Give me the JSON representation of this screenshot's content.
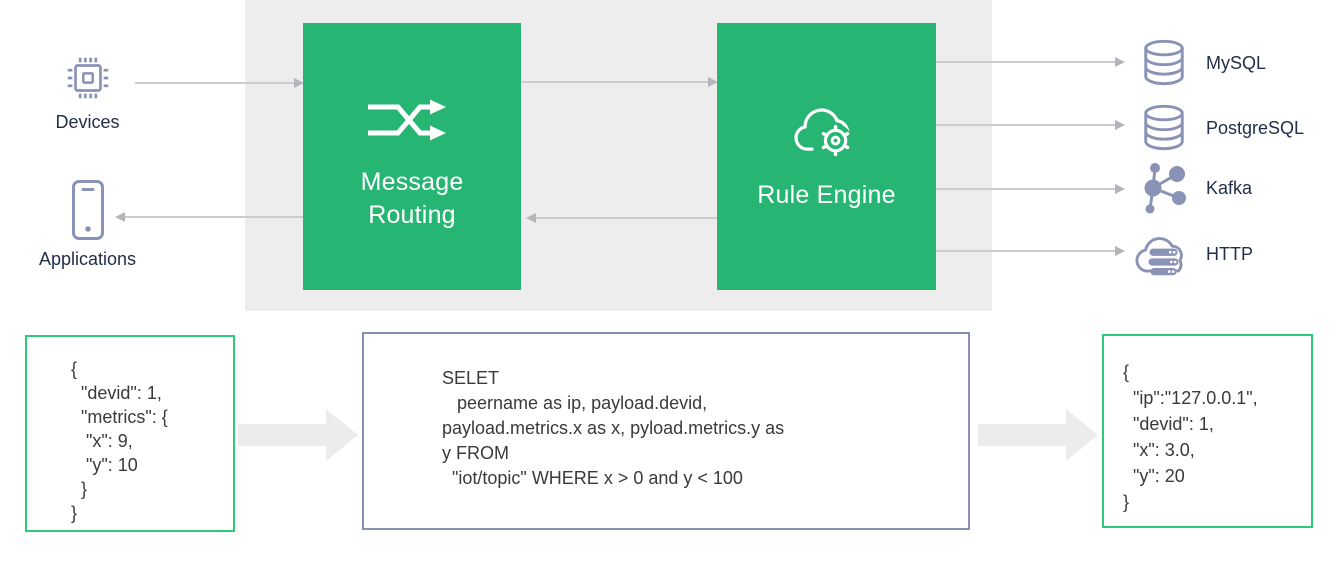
{
  "colors": {
    "green": "#26b573",
    "panel_gray": "#ededed",
    "icon_blue": "#8a93b5",
    "label_navy": "#222f49",
    "code_text": "#3a3a3a",
    "border_green": "#2fc97e",
    "border_slate": "#8591b2",
    "connector_gray": "#cbccd0",
    "thick_arrow_gray": "#ececec"
  },
  "nodes": {
    "devices": "Devices",
    "applications": "Applications",
    "message_routing": "Message\nRouting",
    "rule_engine": "Rule Engine"
  },
  "sinks": [
    {
      "label": "MySQL",
      "icon": "database-icon"
    },
    {
      "label": "PostgreSQL",
      "icon": "database-icon"
    },
    {
      "label": "Kafka",
      "icon": "share-nodes-icon"
    },
    {
      "label": "HTTP",
      "icon": "cloud-server-icon"
    }
  ],
  "code": {
    "input_json": "{\n  \"devid\": 1,\n  \"metrics\": {\n   \"x\": 9,\n   \"y\": 10\n  }\n}",
    "rule_sql": "SELET\n   peername as ip, payload.devid,\npayload.metrics.x as x, pyload.metrics.y as\ny FROM\n  \"iot/topic\" WHERE x > 0 and y < 100",
    "output_json": "{\n  \"ip\":\"127.0.0.1\",\n  \"devid\": 1,\n  \"x\": 3.0,\n  \"y\": 20\n}"
  }
}
